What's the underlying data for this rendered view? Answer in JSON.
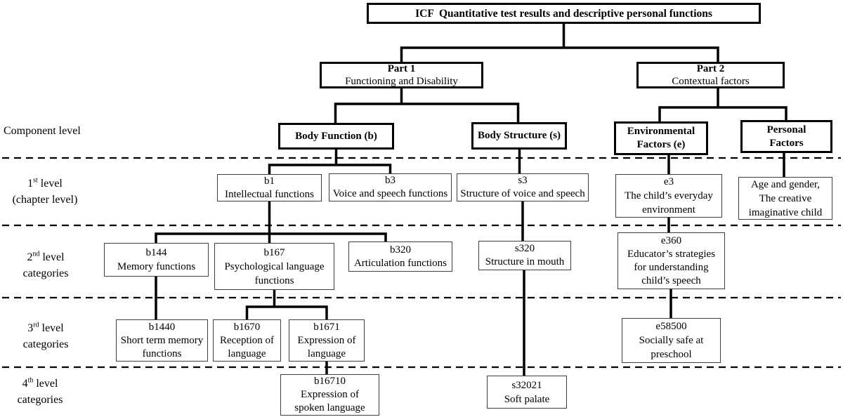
{
  "figure": {
    "root": {
      "lines": [
        "ICF  Quantitative test results and descriptive personal functions"
      ]
    },
    "part1": {
      "lines": [
        "Part 1",
        "Functioning and Disability"
      ]
    },
    "part2": {
      "lines": [
        "Part 2",
        "Contextual factors"
      ]
    },
    "body_function": {
      "lines": [
        "Body Function (b)"
      ]
    },
    "body_structure": {
      "lines": [
        "Body Structure (s)"
      ]
    },
    "environmental": {
      "lines": [
        "Environmental",
        "Factors (e)"
      ]
    },
    "personal": {
      "lines": [
        "Personal",
        "Factors"
      ]
    },
    "b1": {
      "lines": [
        "b1",
        "Intellectual functions"
      ]
    },
    "b3": {
      "lines": [
        "b3",
        "Voice and speech functions"
      ]
    },
    "s3": {
      "lines": [
        "s3",
        "Structure of voice and speech"
      ]
    },
    "e3": {
      "lines": [
        "e3",
        "The child’s everyday",
        "environment"
      ]
    },
    "age_gender": {
      "lines": [
        "Age and gender,",
        "The creative",
        "imaginative child"
      ]
    },
    "b144": {
      "lines": [
        "b144",
        "Memory functions"
      ]
    },
    "b167": {
      "lines": [
        "b167",
        "Psychological language",
        "functions"
      ]
    },
    "b320": {
      "lines": [
        "b320",
        "Articulation functions"
      ]
    },
    "s320": {
      "lines": [
        "s320",
        "Structure in mouth"
      ]
    },
    "e360": {
      "lines": [
        "e360",
        "Educator’s strategies",
        "for understanding",
        "child’s speech"
      ]
    },
    "b1440": {
      "lines": [
        "b1440",
        "Short term memory",
        "functions"
      ]
    },
    "b1670": {
      "lines": [
        "b1670",
        "Reception of",
        "language"
      ]
    },
    "b1671": {
      "lines": [
        "b1671",
        "Expression of",
        "language"
      ]
    },
    "e58500": {
      "lines": [
        "e58500",
        "Socially safe at",
        "preschool"
      ]
    },
    "b16710": {
      "lines": [
        "b16710",
        "Expression of",
        "spoken language"
      ]
    },
    "s32021": {
      "lines": [
        "s32021",
        "Soft palate"
      ]
    }
  },
  "row_labels": {
    "component": "Component level",
    "level1": {
      "num": "1",
      "ord": "st",
      "rest": " level",
      "sub": "(chapter level)"
    },
    "level2": {
      "num": "2",
      "ord": "nd",
      "rest": " level",
      "sub": "categories"
    },
    "level3": {
      "num": "3",
      "ord": "rd",
      "rest": " level",
      "sub": "categories"
    },
    "level4": {
      "num": "4",
      "ord": "th",
      "rest": " level",
      "sub": "categories"
    }
  },
  "colors": {
    "line": "#000000",
    "thin_border": "#3d3d3d",
    "background": "#ffffff"
  }
}
